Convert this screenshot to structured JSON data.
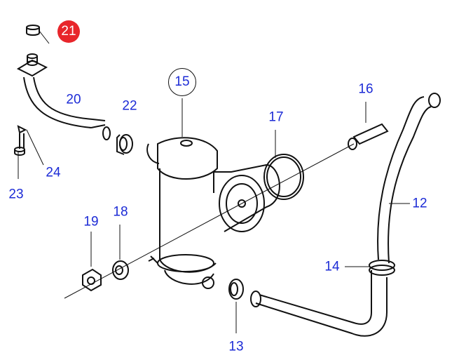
{
  "diagram": {
    "colors": {
      "label": "#1c2bd6",
      "highlight": "#e8262b",
      "line": "#111111"
    },
    "parts": {
      "p21": "21",
      "p15": "15",
      "p20": "20",
      "p22": "22",
      "p17": "17",
      "p16": "16",
      "p12": "12",
      "p24": "24",
      "p23": "23",
      "p19": "19",
      "p18": "18",
      "p14": "14",
      "p13": "13"
    }
  }
}
